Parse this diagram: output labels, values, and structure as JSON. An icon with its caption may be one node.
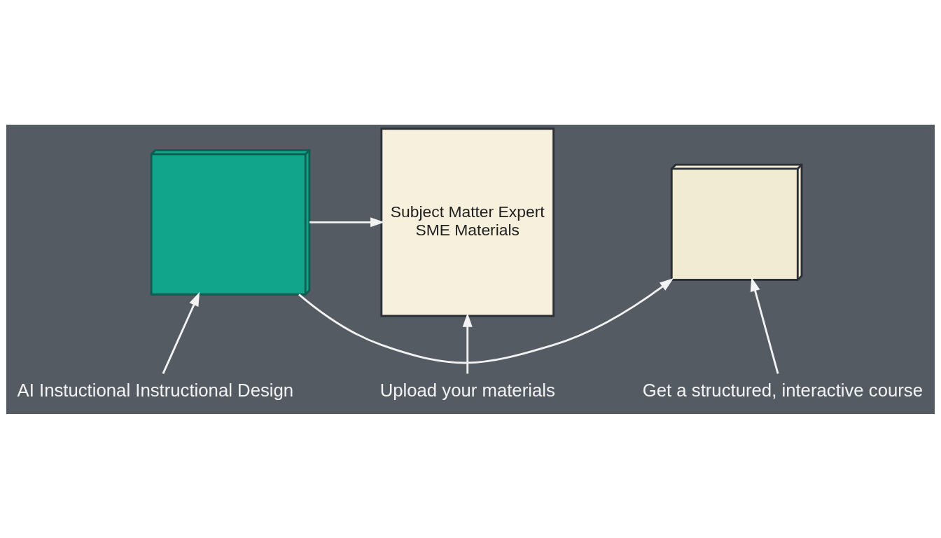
{
  "diagram": {
    "nodes": [
      {
        "text": [
          "Subject Matter Expert",
          "SME Materials"
        ]
      },
      {
        "text": [],
        "shape": "picture"
      },
      {
        "text": [],
        "shape": "picture"
      },
      {
        "text": [
          "Upload your materials"
        ]
      },
      {
        "text": [
          "AI Instuctional Instructional Design"
        ]
      },
      {
        "text": [
          "Get a structured, interactive course"
        ]
      }
    ],
    "edges": [
      {
        "from": 1,
        "to": 0,
        "arrow": "to"
      },
      {
        "from": 1,
        "to": 2,
        "arrow": "to"
      },
      {
        "from": 3,
        "to": 0,
        "arrow": "to"
      },
      {
        "from": 4,
        "to": 1,
        "arrow": "to"
      },
      {
        "from": 5,
        "to": 2,
        "arrow": "to"
      }
    ]
  }
}
